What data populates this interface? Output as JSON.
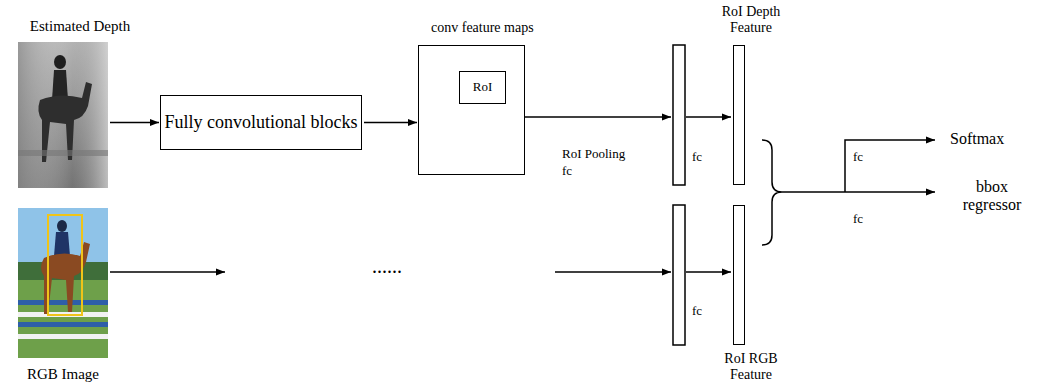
{
  "diagram": {
    "nodes": [
      {
        "text": [
          "Estimated Depth"
        ]
      },
      {
        "text": [
          "Fully convolutional blocks"
        ]
      },
      {
        "text": [
          "conv feature maps"
        ]
      },
      {
        "text": [
          "RoI"
        ],
        "in": 2
      },
      {
        "text": [
          "RGB Image"
        ]
      },
      {
        "text": [
          "RoI Depth Feature"
        ]
      },
      {
        "text": [
          "RoI RGB Feature"
        ]
      }
    ],
    "edges": [
      {
        "from": 0,
        "to": 1,
        "arrow": "to"
      },
      {
        "from": 1,
        "to": 2,
        "arrow": "to"
      }
    ],
    "labels": [
      "RoI Pooling",
      "fc",
      "fc",
      "......",
      "fc",
      "fc",
      "fc",
      "Softmax",
      "bbox regressor"
    ]
  }
}
